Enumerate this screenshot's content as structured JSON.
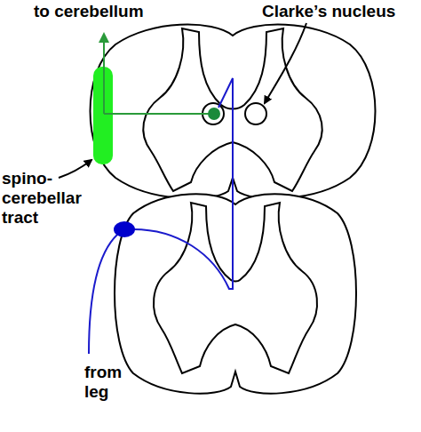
{
  "diagram": {
    "labels": [
      "to cerebellum",
      "Clarke’s nucleus",
      "spino- cerebellar tract",
      "from leg"
    ]
  }
}
